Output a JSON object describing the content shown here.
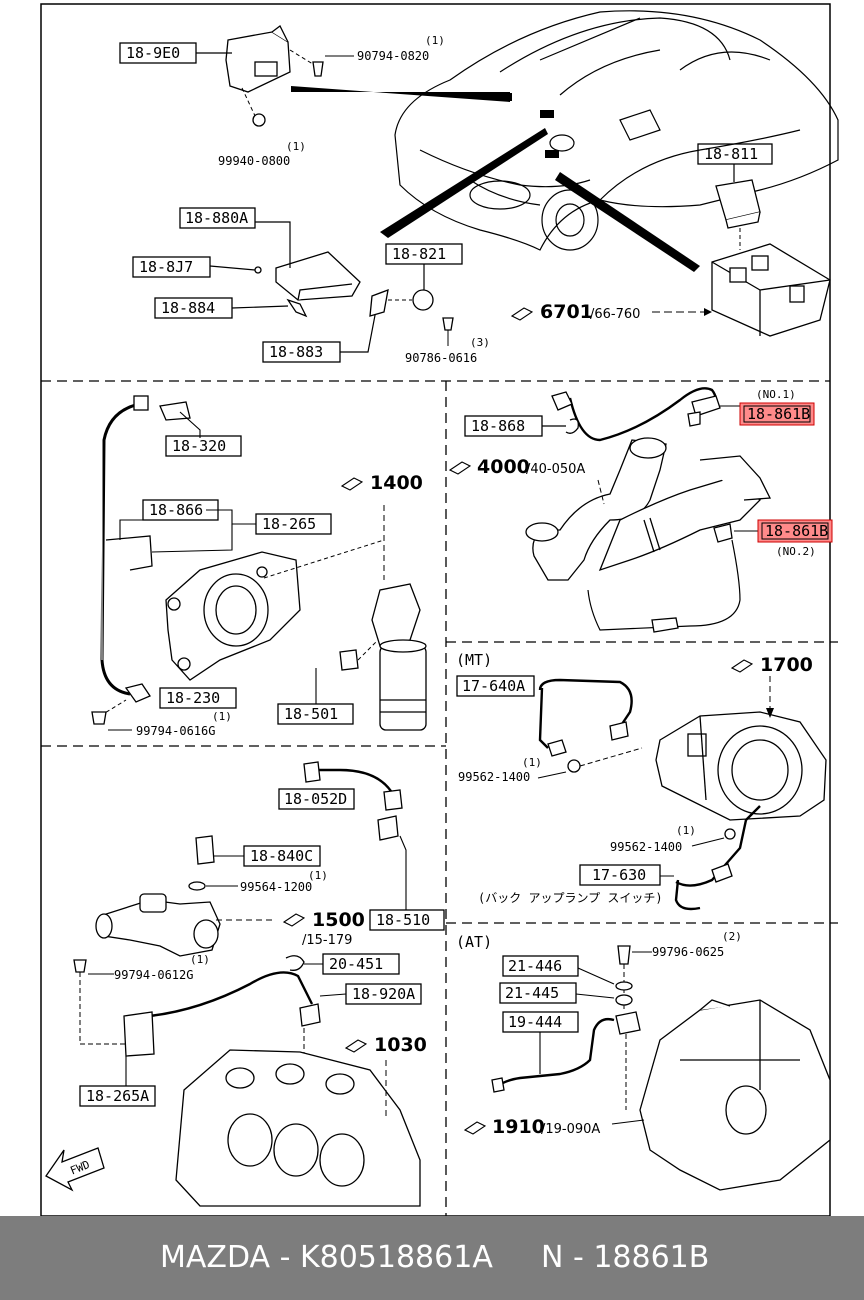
{
  "accent_color": "#ff8a8a",
  "labels": {
    "l_189e0": "18-9E0",
    "l_18880a": "18-880A",
    "l_188j7": "18-8J7",
    "l_18884": "18-884",
    "l_18883": "18-883",
    "l_18821": "18-821",
    "l_18811": "18-811",
    "l_18320": "18-320",
    "l_18866": "18-866",
    "l_18265": "18-265",
    "l_18230": "18-230",
    "l_18501": "18-501",
    "l_18868": "18-868",
    "l_18861b_1": "18-861B",
    "l_18861b_2": "18-861B",
    "l_17640a": "17-640A",
    "l_17630": "17-630",
    "l_18052d": "18-052D",
    "l_18840c": "18-840C",
    "l_18510": "18-510",
    "l_20451": "20-451",
    "l_18920a": "18-920A",
    "l_18265a": "18-265A",
    "l_21446": "21-446",
    "l_21445": "21-445",
    "l_19444": "19-444"
  },
  "part_numbers": {
    "p_90794_0820": "90794-0820",
    "p_99940_0800": "99940-0800",
    "p_90786_0616": "90786-0616",
    "p_99794_0616g": "99794-0616G",
    "p_99562_1400a": "99562-1400",
    "p_99562_1400b": "99562-1400",
    "p_99564_1200": "99564-1200",
    "p_99794_0612g": "99794-0612G",
    "p_99796_0625": "99796-0625"
  },
  "quantities": {
    "q1": "(1)",
    "q2": "(1)",
    "q3": "(3)",
    "q4": "(1)",
    "q5": "(1)",
    "q6": "(1)",
    "q7": "(1)",
    "q8": "(1)",
    "q9": "(2)"
  },
  "references": {
    "r6701": {
      "main": "6701",
      "sub": "/66-760"
    },
    "r1400": {
      "main": "1400",
      "sub": ""
    },
    "r4000": {
      "main": "4000",
      "sub": "/40-050A"
    },
    "r1700": {
      "main": "1700",
      "sub": ""
    },
    "r1500": {
      "main": "1500",
      "sub": "/15-179"
    },
    "r1030": {
      "main": "1030",
      "sub": ""
    },
    "r1910": {
      "main": "1910",
      "sub": "/19-090A"
    }
  },
  "notes": {
    "no1": "(NO.1)",
    "no2": "(NO.2)",
    "mt": "(MT)",
    "at": "(AT)",
    "backup_switch": "(バック アップランプ スイッチ)",
    "fwd": "FWD"
  },
  "icons": {
    "ref_icon": "book-pointer-icon"
  },
  "footer": {
    "part_label": "MAZDA - K80518861A",
    "number_label": "N - 18861B"
  }
}
